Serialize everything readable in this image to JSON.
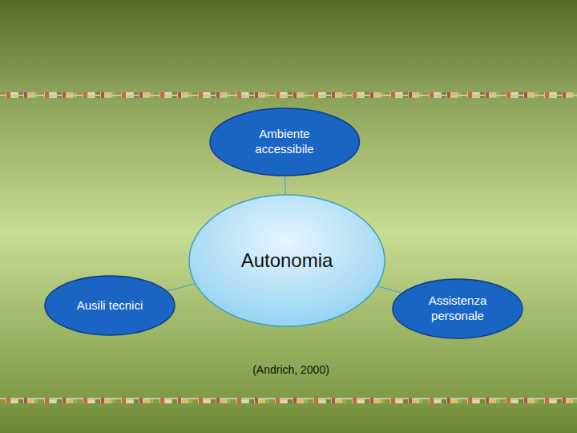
{
  "diagram": {
    "nodes": [
      {
        "text": [
          "Ambiente accessibile"
        ]
      },
      {
        "text": [
          "Autonomia"
        ]
      },
      {
        "text": [
          "Ausili tecnici"
        ]
      },
      {
        "text": [
          "Assistenza personale"
        ]
      }
    ],
    "edges": [
      {
        "from": 1,
        "to": 0,
        "arrow": "none"
      },
      {
        "from": 1,
        "to": 2,
        "arrow": "none"
      },
      {
        "from": 1,
        "to": 3,
        "arrow": "none"
      }
    ],
    "labels": [
      "(Andrich, 2000)"
    ]
  }
}
